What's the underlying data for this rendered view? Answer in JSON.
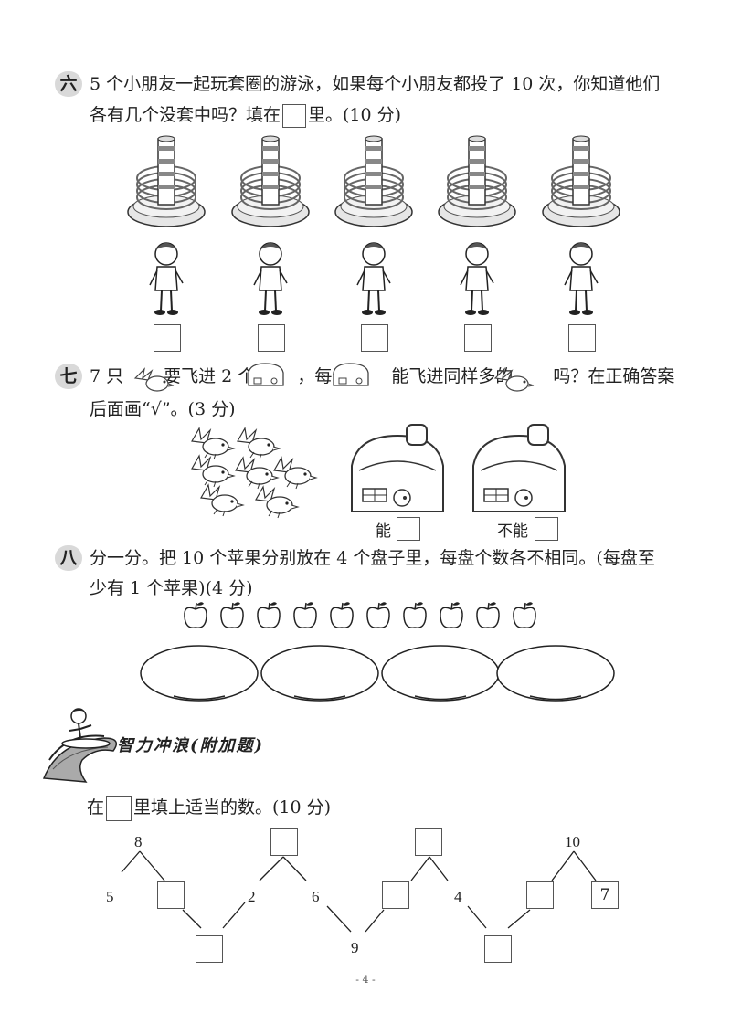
{
  "q6": {
    "num": "六",
    "line1": "5 个小朋友一起玩套圈的游泳，如果每个小朋友都投了 10 次，你知道他们",
    "line2a": "各有几个没套中吗？填在",
    "line2b": "里。(10 分)"
  },
  "q7": {
    "num": "七",
    "t1": "7 只",
    "t2": "要飞进 2 个",
    "t3": "，每个",
    "t4": "能飞进同样多的",
    "t5": "吗？在正确答案",
    "line2": "后面画“√”。(3 分)",
    "opt_yes": "能",
    "opt_no": "不能"
  },
  "q8": {
    "num": "八",
    "line1": "分一分。把 10 个苹果分别放在 4 个盘子里，每盘个数各不相同。(每盘至",
    "line2": "少有 1 个苹果)(4 分)"
  },
  "bonus": {
    "title": "智力冲浪(附加题)",
    "instr_a": "在",
    "instr_b": "里填上适当的数。(10 分)",
    "t1": {
      "top": "8",
      "left": "5",
      "right_box": "2"
    },
    "t2": {
      "left": "6",
      "bottom": "9"
    },
    "t3": {
      "right": "4"
    },
    "t4": {
      "top": "10",
      "right": "7"
    }
  },
  "page_number": "- 4 -"
}
